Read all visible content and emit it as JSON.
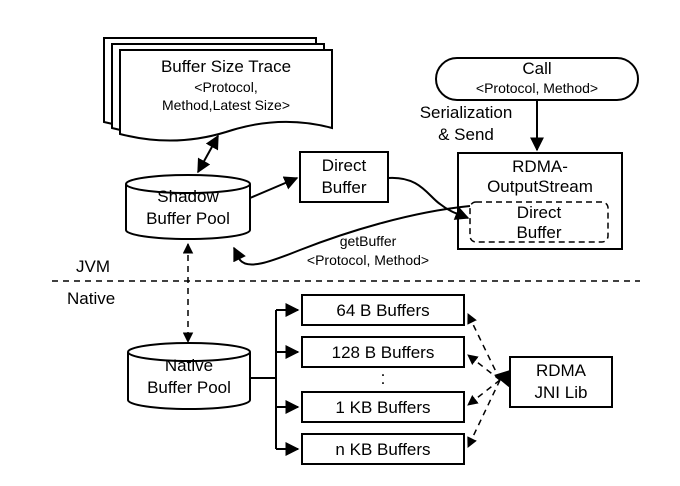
{
  "trace": {
    "title": "Buffer Size Trace",
    "line1": "<Protocol,",
    "line2": "Method,Latest Size>"
  },
  "call": {
    "title": "Call",
    "sub": "<Protocol, Method>"
  },
  "serialization": {
    "line1": "Serialization",
    "line2": "& Send"
  },
  "direct_buffer": {
    "line1": "Direct",
    "line2": "Buffer"
  },
  "rdma_output": {
    "line1": "RDMA-",
    "line2": "OutputStream"
  },
  "inner_direct": {
    "line1": "Direct",
    "line2": "Buffer"
  },
  "shadow_pool": {
    "line1": "Shadow",
    "line2": "Buffer Pool"
  },
  "get_buffer": {
    "line1": "getBuffer",
    "line2": "<Protocol, Method>"
  },
  "jvm_label": "JVM",
  "native_label": "Native",
  "native_pool": {
    "line1": "Native",
    "line2": "Buffer Pool"
  },
  "buffers": [
    "64 B Buffers",
    "128 B Buffers",
    "1 KB Buffers",
    "n KB Buffers"
  ],
  "ellipsis": ".",
  "rdma_jni": {
    "line1": "RDMA",
    "line2": "JNI Lib"
  }
}
